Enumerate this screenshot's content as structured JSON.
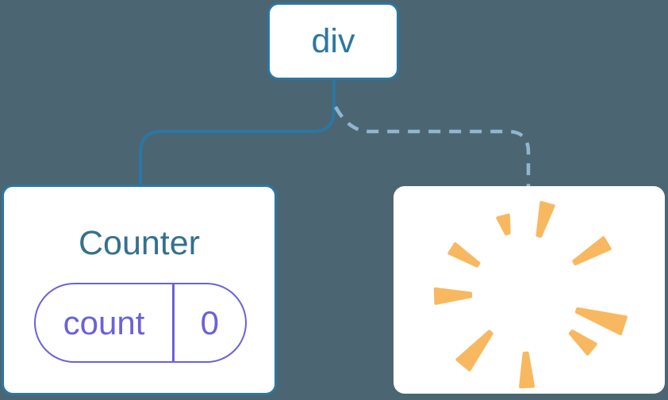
{
  "colors": {
    "background": "#4B6572",
    "node_stroke_blue": "#2B77A4",
    "counter_title_blue": "#35708E",
    "state_purple": "#6B61DA",
    "dashed_line_blue": "#90B6D0",
    "burst_orange": "#F8B860",
    "card_white": "#FFFFFF"
  },
  "tree": {
    "root_node": {
      "label": "div"
    },
    "counter_component": {
      "title": "Counter",
      "state_pill": {
        "key": "count",
        "value": "0"
      }
    },
    "removed_component": {
      "icon": "burst-icon"
    }
  }
}
